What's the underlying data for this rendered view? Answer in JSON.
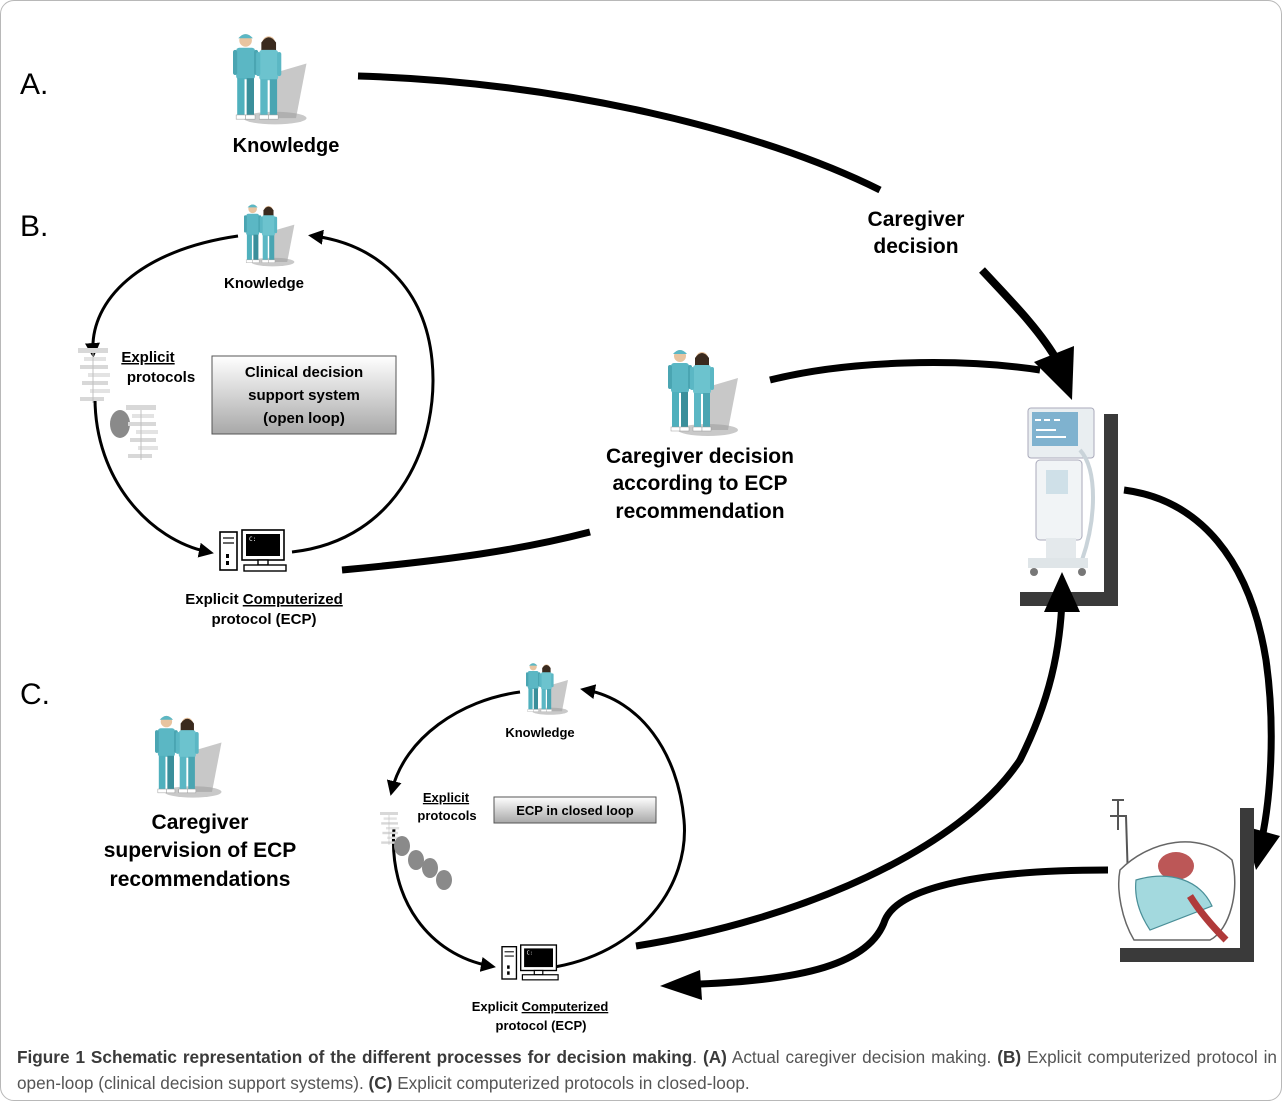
{
  "panels": {
    "a": {
      "letter": "A.",
      "knowledge": "Knowledge"
    },
    "b": {
      "letter": "B.",
      "knowledge": "Knowledge",
      "explicit": "Explicit",
      "protocols": "protocols",
      "box_line1": "Clinical decision",
      "box_line2": "support system",
      "box_line3": "(open loop)",
      "ecp_explicit": "Explicit ",
      "ecp_computerized": "Computerized",
      "ecp_line2": "protocol (ECP)"
    },
    "c": {
      "letter": "C.",
      "supervision_line1": "Caregiver",
      "supervision_line2": "supervision of ECP",
      "supervision_line3": "recommendations",
      "knowledge": "Knowledge",
      "explicit": "Explicit",
      "protocols": "protocols",
      "box_label": "ECP in closed loop",
      "ecp_explicit": "Explicit ",
      "ecp_computerized": "Computerized",
      "ecp_line2": "protocol (ECP)"
    }
  },
  "labels": {
    "caregiver_decision_line1": "Caregiver",
    "caregiver_decision_line2": "decision",
    "according_line1": "Caregiver decision",
    "according_line2": "according to ECP",
    "according_line3": "recommendation"
  },
  "caption": {
    "title": "Figure 1 Schematic representation of the different processes for decision making",
    "sep": ". ",
    "a_tag": "(A)",
    "a_text": " Actual caregiver decision making. ",
    "b_tag": "(B)",
    "b_text": " Explicit computerized protocol in open-loop (clinical decision support systems). ",
    "c_tag": "(C)",
    "c_text": " Explicit computerized protocols in closed-loop."
  },
  "colors": {
    "scrubs": "#5bb7c4",
    "scrubs_dark": "#3a8f9b",
    "arrow": "#000000",
    "box_fill_top": "#ffffff",
    "box_fill_bottom": "#a8a8a8",
    "patient_blanket": "#a3d9de",
    "patient_arm": "#b03a3a"
  },
  "icons": [
    "caregivers-icon",
    "protocol-flowchart-icon",
    "computer-icon",
    "ventilator-icon",
    "patient-icon"
  ]
}
